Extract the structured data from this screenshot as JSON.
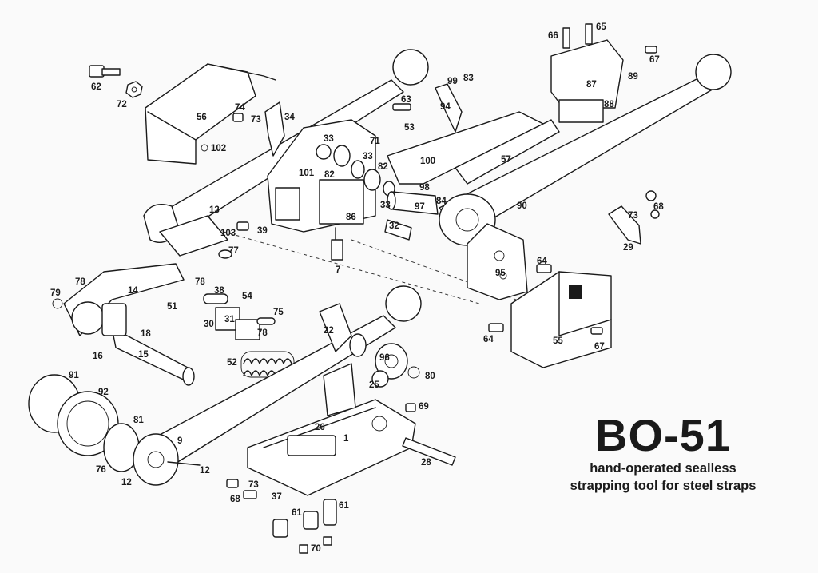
{
  "title": "BO-51",
  "subtitle_lines": [
    "hand-operated sealless",
    "strapping tool for steel straps"
  ],
  "callouts": [
    "62",
    "72",
    "56",
    "74",
    "73",
    "34",
    "102",
    "13",
    "103",
    "39",
    "77",
    "79",
    "78",
    "14",
    "51",
    "18",
    "16",
    "15",
    "78",
    "38",
    "54",
    "75",
    "30",
    "78",
    "31",
    "52",
    "22",
    "96",
    "80",
    "25",
    "69",
    "91",
    "92",
    "81",
    "9",
    "12",
    "76",
    "12",
    "26",
    "1",
    "28",
    "73",
    "68",
    "37",
    "61",
    "61",
    "70",
    "33",
    "101",
    "82",
    "33",
    "86",
    "33",
    "7",
    "71",
    "63",
    "53",
    "32",
    "82",
    "98",
    "84",
    "97",
    "100",
    "57",
    "90",
    "99",
    "83",
    "94",
    "66",
    "65",
    "67",
    "87",
    "89",
    "88",
    "73",
    "68",
    "29",
    "64",
    "95",
    "64",
    "55",
    "67"
  ],
  "colors": {
    "ink": "#1a1a1a",
    "paper": "#fafafa"
  }
}
